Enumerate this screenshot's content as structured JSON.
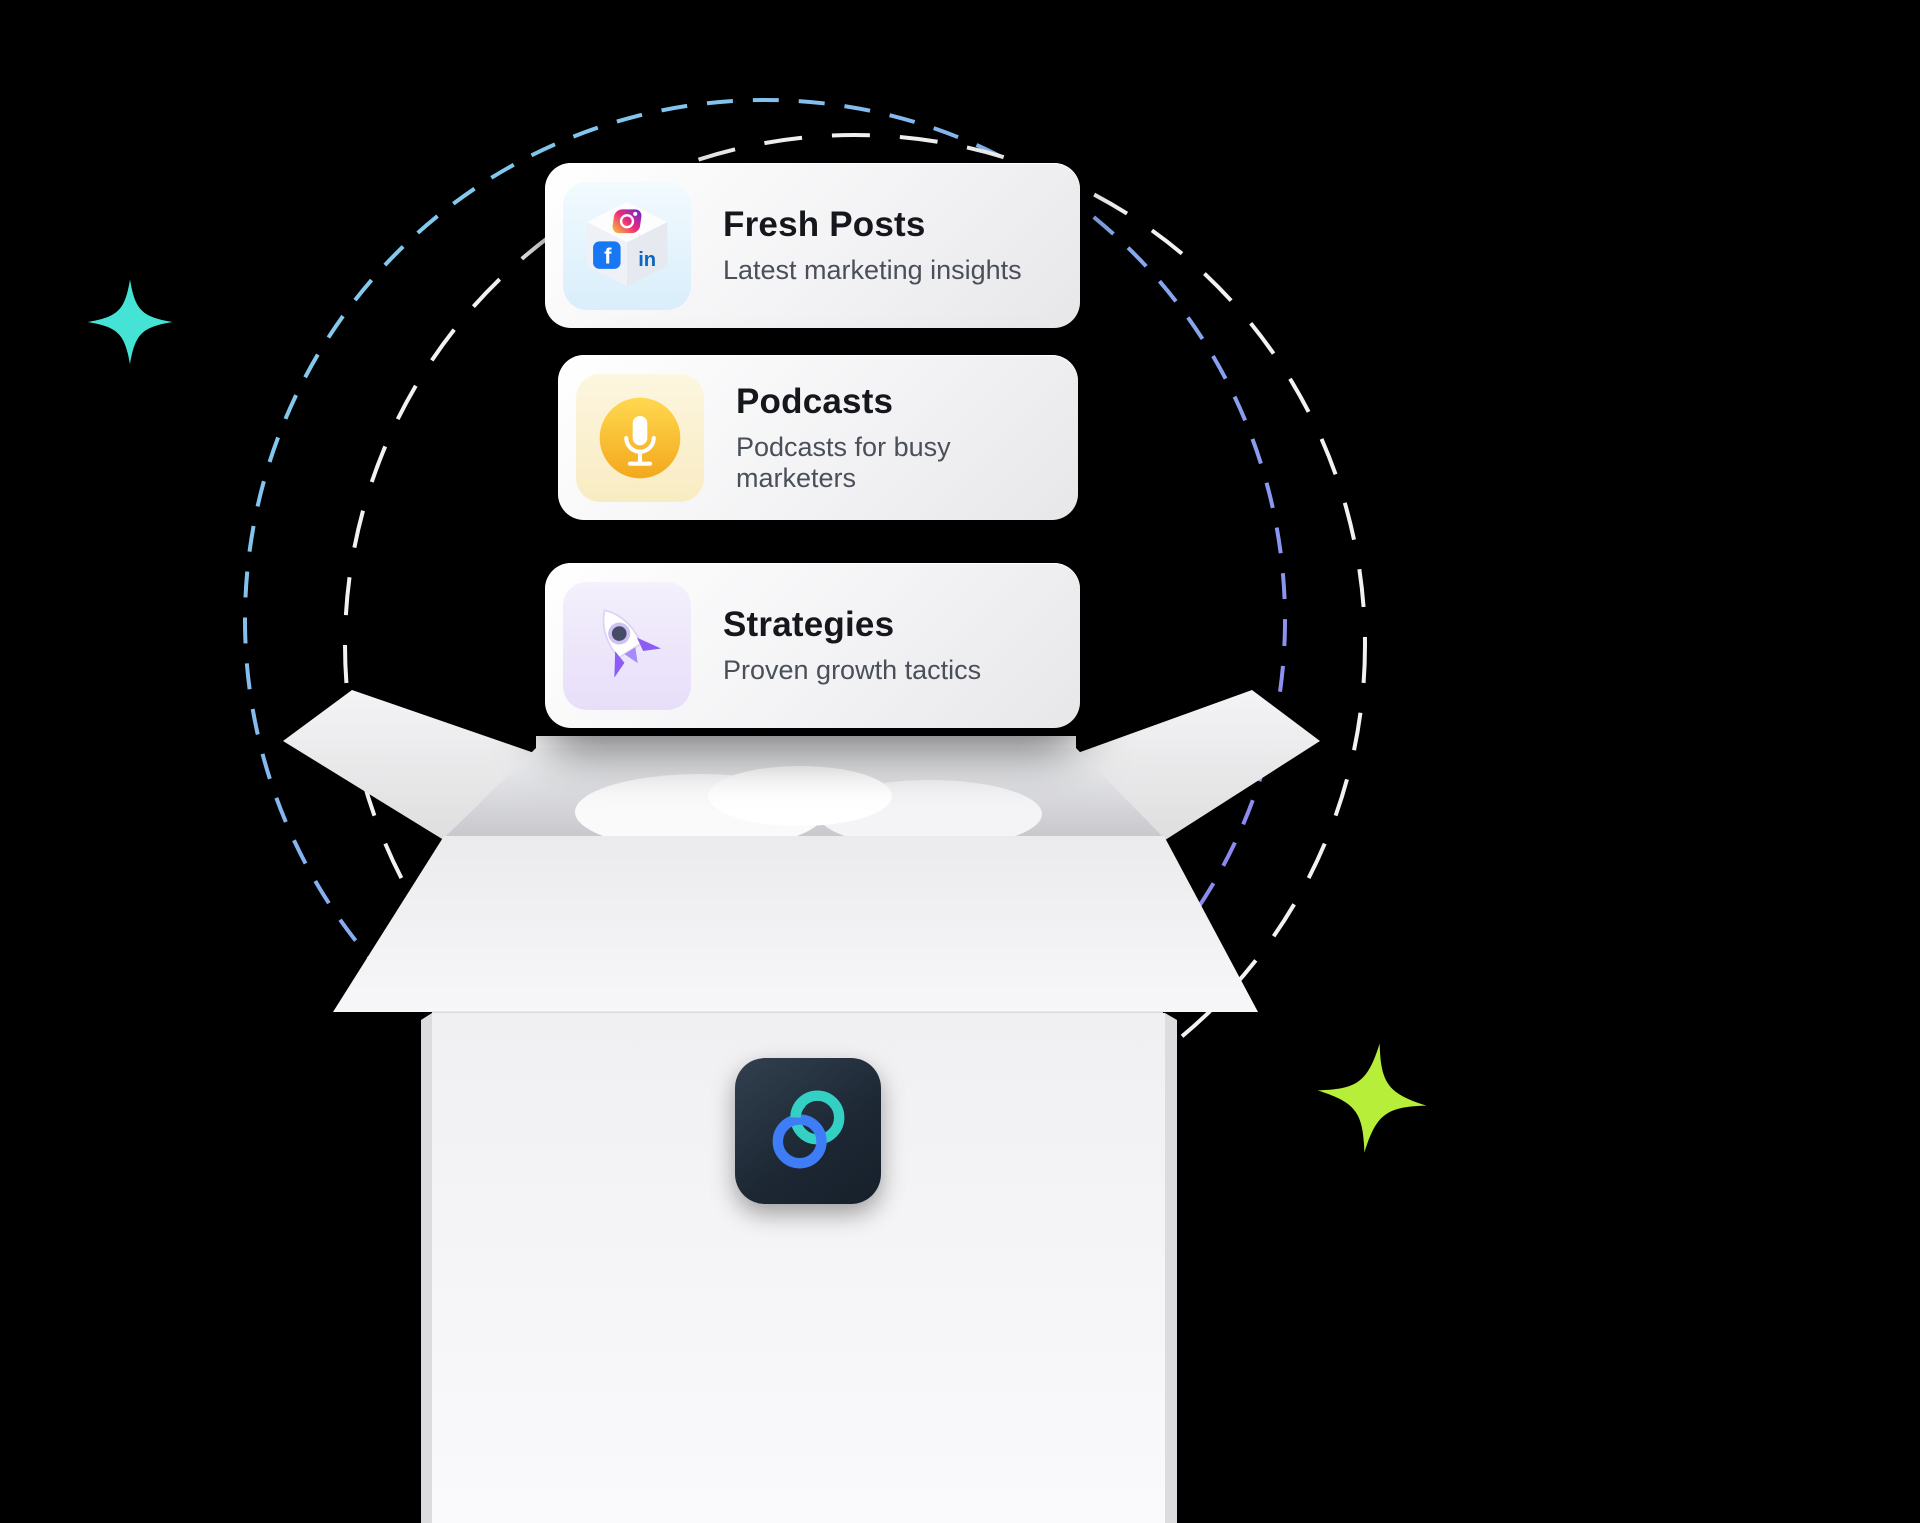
{
  "page": {
    "background_color": "#000000",
    "description": "Open box illustration with feature cards"
  },
  "cards": [
    {
      "title": "Fresh Posts",
      "subtitle": "Latest marketing insights",
      "icon": "social-cube-icon"
    },
    {
      "title": "Podcasts",
      "subtitle": "Podcasts for busy marketers",
      "icon": "podcast-microphone-icon"
    },
    {
      "title": "Strategies",
      "subtitle": "Proven growth tactics",
      "icon": "rocket-icon"
    }
  ],
  "icons": {
    "facebook_letter": "f",
    "linkedin_letters": "in"
  },
  "logo": {
    "name": "interlocked-rings-logo",
    "ring_top_color": "#35d0c4",
    "ring_bottom_color": "#3f7df6",
    "tile_color": "#1c2733"
  },
  "decorations": {
    "sparkle_left_color": "#45e3d6",
    "sparkle_right_color": "#b6ee3a",
    "dashed_circle_white": "#ffffff",
    "dashed_gradient_start": "#7fd8ee",
    "dashed_gradient_end": "#8f7bf2",
    "box_color": "#f2f2f4"
  }
}
